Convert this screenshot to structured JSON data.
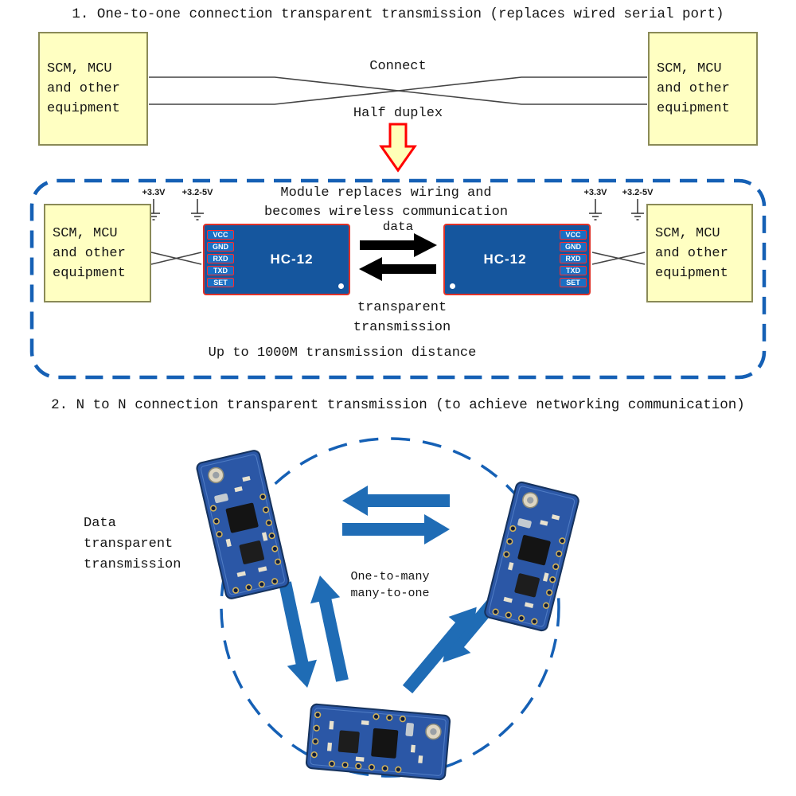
{
  "section1": {
    "title": "1. One-to-one connection transparent transmission (replaces wired serial port)",
    "device_label": "SCM, MCU\nand other\nequipment",
    "connect_label": "Connect",
    "half_duplex_label": "Half duplex",
    "module_note": "Module replaces wiring and\nbecomes wireless communication",
    "power_labels": {
      "v33": "+3.3V",
      "v325": "+3.2-5V"
    },
    "module_name": "HC-12",
    "pins": [
      "VCC",
      "GND",
      "RXD",
      "TXD",
      "SET"
    ],
    "data_label": "data",
    "transparent_label": "transparent\ntransmission",
    "distance_label": "Up to 1000M transmission distance"
  },
  "section2": {
    "title": "2. N to N connection transparent transmission (to achieve networking communication)",
    "data_label": "Data\ntransparent\ntransmission",
    "center_label": "One-to-many\nmany-to-one"
  },
  "colors": {
    "device_box_fill": "#ffffc2",
    "device_box_border": "#8a8a57",
    "module_fill": "#15569e",
    "module_border": "#e03228",
    "dashed_outline": "#1560b5",
    "network_arrow": "#1f6cb5",
    "down_arrow_fill": "#ffffb8",
    "down_arrow_stroke": "#ff0000",
    "data_arrow": "#000000"
  }
}
